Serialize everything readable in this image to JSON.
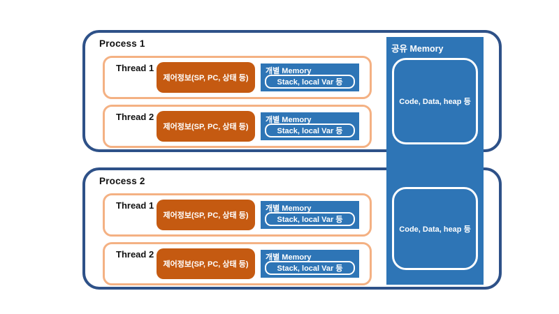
{
  "colors": {
    "process_border": "#2e5188",
    "thread_border": "#f4b183",
    "control_box_fill": "#c55a11",
    "memory_fill": "#2e75b6",
    "inner_border": "#ffffff",
    "label_text": "#111111",
    "memory_text": "#ffffff"
  },
  "processes": [
    {
      "label": "Process 1",
      "threads": [
        {
          "label": "Thread 1",
          "control_info": "제어정보(SP, PC, 상태 등)",
          "memory_label": "개별 Memory",
          "memory_content": "Stack, local Var 등"
        },
        {
          "label": "Thread 2",
          "control_info": "제어정보(SP, PC, 상태 등)",
          "memory_label": "개별 Memory",
          "memory_content": "Stack, local Var 등"
        }
      ]
    },
    {
      "label": "Process 2",
      "threads": [
        {
          "label": "Thread 1",
          "control_info": "제어정보(SP, PC, 상태 등)",
          "memory_label": "개별 Memory",
          "memory_content": "Stack, local Var 등"
        },
        {
          "label": "Thread 2",
          "control_info": "제어정보(SP, PC, 상태 등)",
          "memory_label": "개별 Memory",
          "memory_content": "Stack, local Var 등"
        }
      ]
    }
  ],
  "shared_memory": {
    "label": "공유 Memory",
    "regions": [
      "Code, Data, heap 등",
      "Code, Data, heap 등"
    ]
  }
}
